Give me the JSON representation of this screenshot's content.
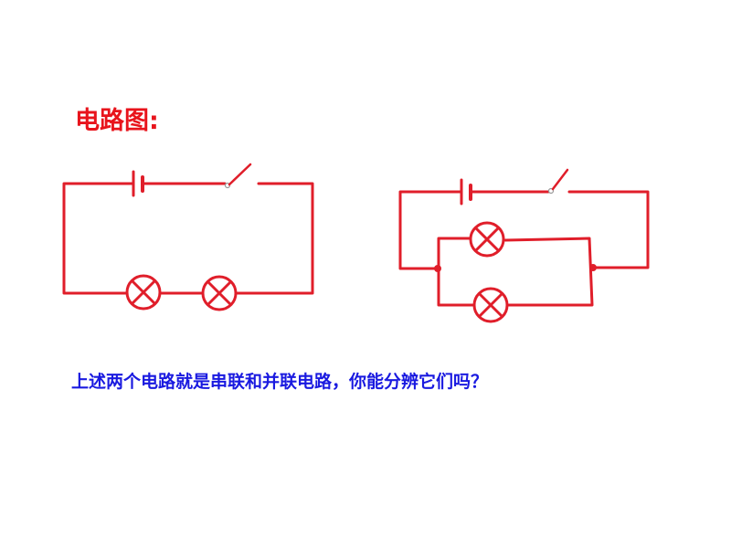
{
  "title": "电路图:",
  "question": "上述两个电路就是串联和并联电路，你能分辨它们吗？",
  "colors": {
    "title": "#e8141c",
    "question": "#1a1ae0",
    "wire": "#e01e2a",
    "background": "#ffffff"
  },
  "circuits": [
    {
      "name": "series-circuit",
      "components": [
        "battery",
        "switch",
        "bulb",
        "bulb"
      ]
    },
    {
      "name": "parallel-circuit",
      "components": [
        "battery",
        "switch",
        "bulb",
        "bulb"
      ]
    }
  ]
}
